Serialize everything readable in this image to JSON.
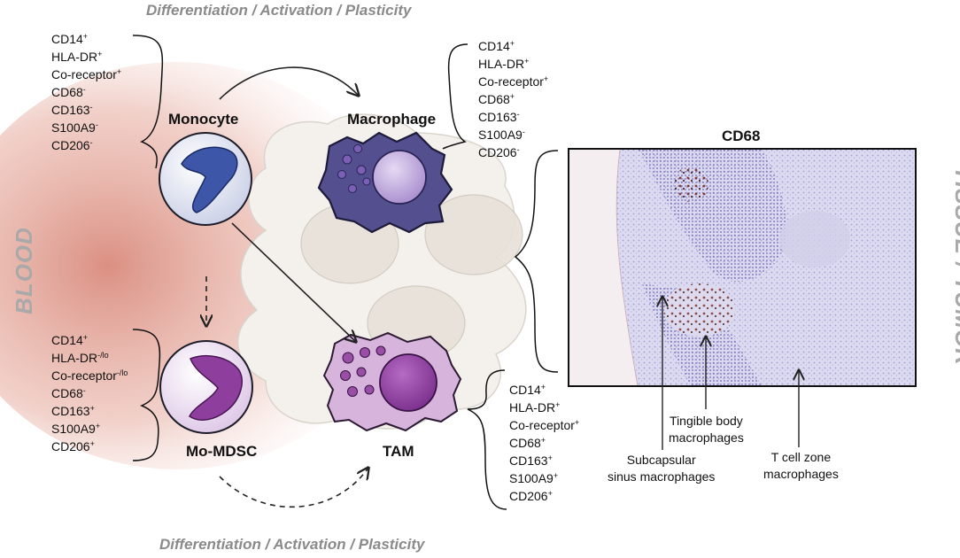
{
  "captions": {
    "top": "Differentiation / Activation / Plasticity",
    "bottom": "Differentiation / Activation / Plasticity",
    "left": "BLOOD",
    "right": "TISSUE / TUMOR"
  },
  "cells": {
    "monocyte": "Monocyte",
    "macrophage": "Macrophage",
    "mo_mdsc": "Mo-MDSC",
    "tam": "TAM"
  },
  "markers": {
    "monocyte": [
      {
        "name": "CD14",
        "sign": "+"
      },
      {
        "name": "HLA-DR",
        "sign": "+"
      },
      {
        "name": "Co-receptor",
        "sign": "+"
      },
      {
        "name": "CD68",
        "sign": "-"
      },
      {
        "name": "CD163",
        "sign": "-"
      },
      {
        "name": "S100A9",
        "sign": "-"
      },
      {
        "name": "CD206",
        "sign": "-"
      }
    ],
    "macrophage": [
      {
        "name": "CD14",
        "sign": "+"
      },
      {
        "name": "HLA-DR",
        "sign": "+"
      },
      {
        "name": "Co-receptor",
        "sign": "+"
      },
      {
        "name": "CD68",
        "sign": "+"
      },
      {
        "name": "CD163",
        "sign": "-"
      },
      {
        "name": "S100A9",
        "sign": "-"
      },
      {
        "name": "CD206",
        "sign": "-"
      }
    ],
    "mo_mdsc": [
      {
        "name": "CD14",
        "sign": "+"
      },
      {
        "name": "HLA-DR",
        "sign": "-/lo"
      },
      {
        "name": "Co-receptor",
        "sign": "-/lo"
      },
      {
        "name": "CD68",
        "sign": "-"
      },
      {
        "name": "CD163",
        "sign": "+"
      },
      {
        "name": "S100A9",
        "sign": "+"
      },
      {
        "name": "CD206",
        "sign": "+"
      }
    ],
    "tam": [
      {
        "name": "CD14",
        "sign": "+"
      },
      {
        "name": "HLA-DR",
        "sign": "+"
      },
      {
        "name": "Co-receptor",
        "sign": "+"
      },
      {
        "name": "CD68",
        "sign": "+"
      },
      {
        "name": "CD163",
        "sign": "+"
      },
      {
        "name": "S100A9",
        "sign": "+"
      },
      {
        "name": "CD206",
        "sign": "+"
      }
    ]
  },
  "micrograph": {
    "title": "CD68",
    "callouts": {
      "subcapsular": [
        "Subcapsular",
        "sinus macrophages"
      ],
      "tingible": [
        "Tingible body",
        "macrophages"
      ],
      "tcell": [
        "T cell zone",
        "macrophages"
      ]
    }
  },
  "colors": {
    "blood_gradient": "#d98a7c",
    "macrophage_body": "#54508f",
    "monocyte_nucleus": "#3d56a8",
    "mdsc_nucleus": "#8e3f9e",
    "tam_body": "#d6b4dc",
    "tam_granule": "#9a4fa6",
    "micrograph_base": "#c4c2e4"
  }
}
